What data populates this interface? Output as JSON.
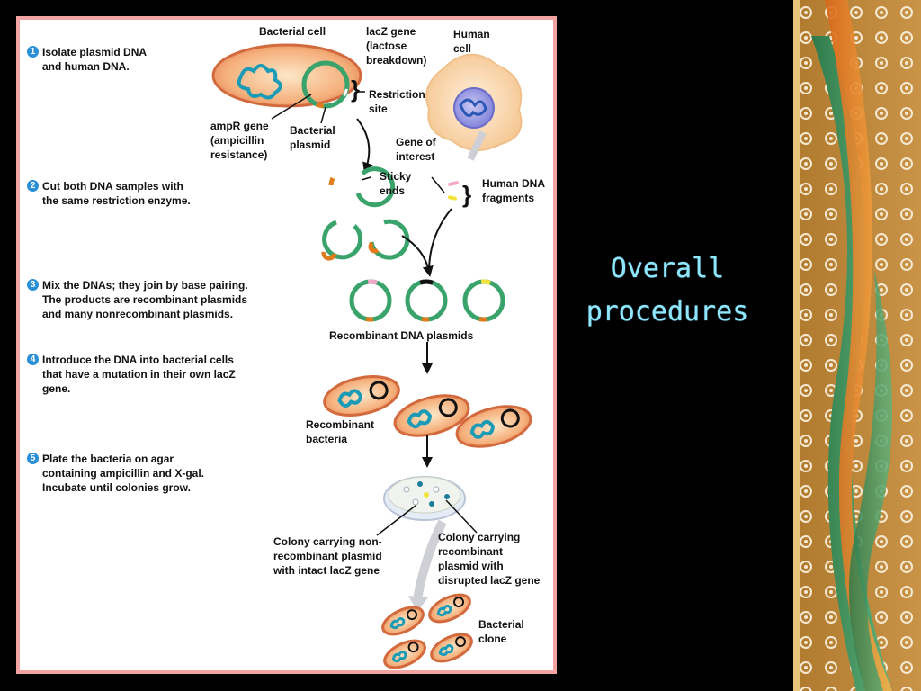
{
  "slide": {
    "title": "Overall\nprocedures"
  },
  "steps": [
    {
      "num": "1",
      "text": "Isolate plasmid DNA\nand human DNA."
    },
    {
      "num": "2",
      "text": "Cut both DNA samples with\nthe same restriction enzyme."
    },
    {
      "num": "3",
      "text": "Mix the DNAs; they join by base pairing.\nThe products are recombinant plasmids\nand many nonrecombinant plasmids."
    },
    {
      "num": "4",
      "text": "Introduce the DNA into bacterial cells\nthat have a mutation in their own lacZ\ngene."
    },
    {
      "num": "5",
      "text": "Plate the bacteria on agar\ncontaining ampicillin and X-gal.\nIncubate until colonies grow."
    }
  ],
  "labels": {
    "bacterial_cell": "Bacterial cell",
    "lacz_gene": "lacZ gene\n(lactose\nbreakdown)",
    "human_cell": "Human\ncell",
    "restriction_site": "Restriction\nsite",
    "ampr_gene": "ampR gene\n(ampicillin\nresistance)",
    "bacterial_plasmid": "Bacterial\nplasmid",
    "gene_of_interest": "Gene of\ninterest",
    "sticky_ends": "Sticky\nends",
    "human_dna_fragments": "Human DNA\nfragments",
    "recombinant_dna_plasmids": "Recombinant DNA plasmids",
    "recombinant_bacteria": "Recombinant\nbacteria",
    "colony_nonrecombinant": "Colony carrying non-\nrecombinant plasmid\nwith intact lacZ gene",
    "colony_recombinant": "Colony carrying\nrecombinant\nplasmid with\ndisrupted lacZ gene",
    "bacterial_clone": "Bacterial\nclone"
  },
  "colors": {
    "border": "#f4a3a3",
    "step_badge": "#2b8fd6",
    "title": "#8ee7ff",
    "cell_body": "#f0a070",
    "plasmid": "#3aa36b",
    "dna": "#1b9bb5"
  }
}
